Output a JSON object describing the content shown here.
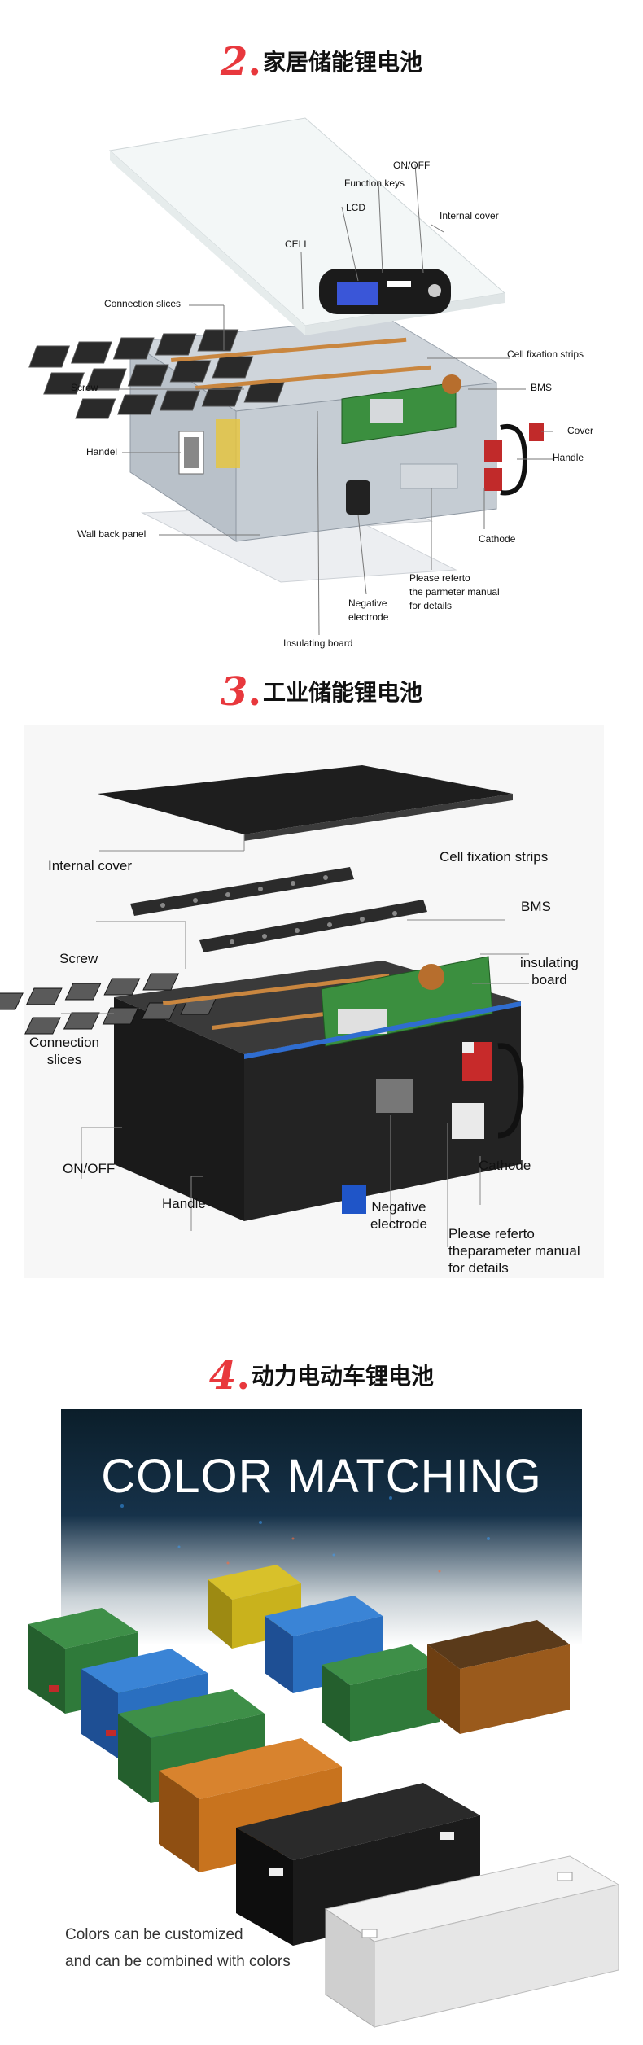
{
  "sections": [
    {
      "number": "2",
      "title": "家居储能锂电池",
      "labels": {
        "on_off": "ON/OFF",
        "function_keys": "Function keys",
        "lcd": "LCD",
        "internal_cover": "Internal cover",
        "cell": "CELL",
        "connection_slices": "Connection slices",
        "cell_fixation_strips": "Cell fixation strips",
        "screw": "Screw",
        "bms": "BMS",
        "cover": "Cover",
        "handel": "Handel",
        "handle": "Handle",
        "wall_back_panel": "Wall back panel",
        "cathode": "Cathode",
        "negative_electrode_1": "Negative",
        "negative_electrode_2": "electrode",
        "parameter_1": "Please referto",
        "parameter_2": "the parmeter manual",
        "parameter_3": "for details",
        "insulating_board": "Insulating board"
      }
    },
    {
      "number": "3",
      "title": "工业储能锂电池",
      "labels": {
        "internal_cover": "Internal cover",
        "cell_fixation_strips": "Cell fixation strips",
        "bms": "BMS",
        "screw": "Screw",
        "insulating_1": "insulating",
        "insulating_2": "board",
        "connection_1": "Connection",
        "connection_2": "slices",
        "on_off": "ON/OFF",
        "cathode": "Cathode",
        "handle": "Handle",
        "negative_1": "Negative",
        "negative_2": "electrode",
        "parameter_1": "Please referto",
        "parameter_2": "theparameter manual",
        "parameter_3": "for details"
      }
    },
    {
      "number": "4",
      "title": "动力电动车锂电池",
      "banner_title": "COLOR MATCHING",
      "caption_1": "Colors can be customized",
      "caption_2": "and can be combined with colors"
    }
  ],
  "colors": {
    "accent_red": "#e8383d",
    "battery_green": "#2f7a3a",
    "battery_blue": "#2a6fc0",
    "battery_yellow": "#c9b21c",
    "battery_orange": "#c8731e",
    "battery_brown": "#9a5a1c",
    "battery_black": "#1b1b1b",
    "battery_white": "#e6e6e6"
  }
}
